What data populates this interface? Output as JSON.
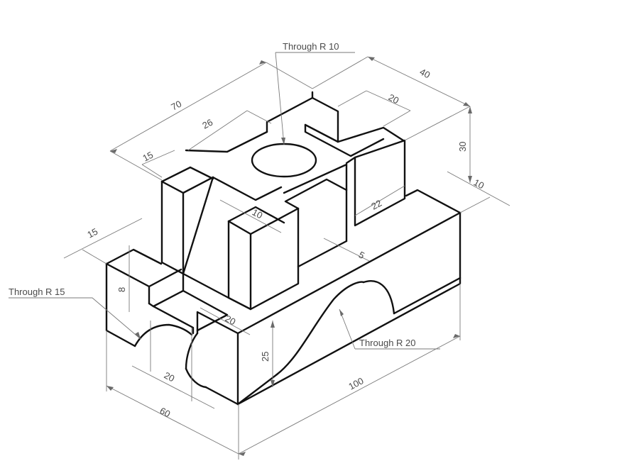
{
  "dimensions": {
    "d70": "70",
    "d40": "40",
    "d20_top": "20",
    "d26": "26",
    "d15_top": "15",
    "d30": "30",
    "d10_right": "10",
    "d22": "22",
    "d10_slot": "10",
    "d5": "5",
    "d15_left": "15",
    "d8": "8",
    "d20_mid": "20",
    "d25": "25",
    "d20_bottom": "20",
    "d60": "60",
    "d100": "100"
  },
  "notes": {
    "through_r10": "Through R 10",
    "through_r15": "Through R 15",
    "through_r20": "Through R 20"
  },
  "colors": {
    "object_line": "#111111",
    "dimension_line": "#7a7a7a",
    "background": "#ffffff"
  }
}
